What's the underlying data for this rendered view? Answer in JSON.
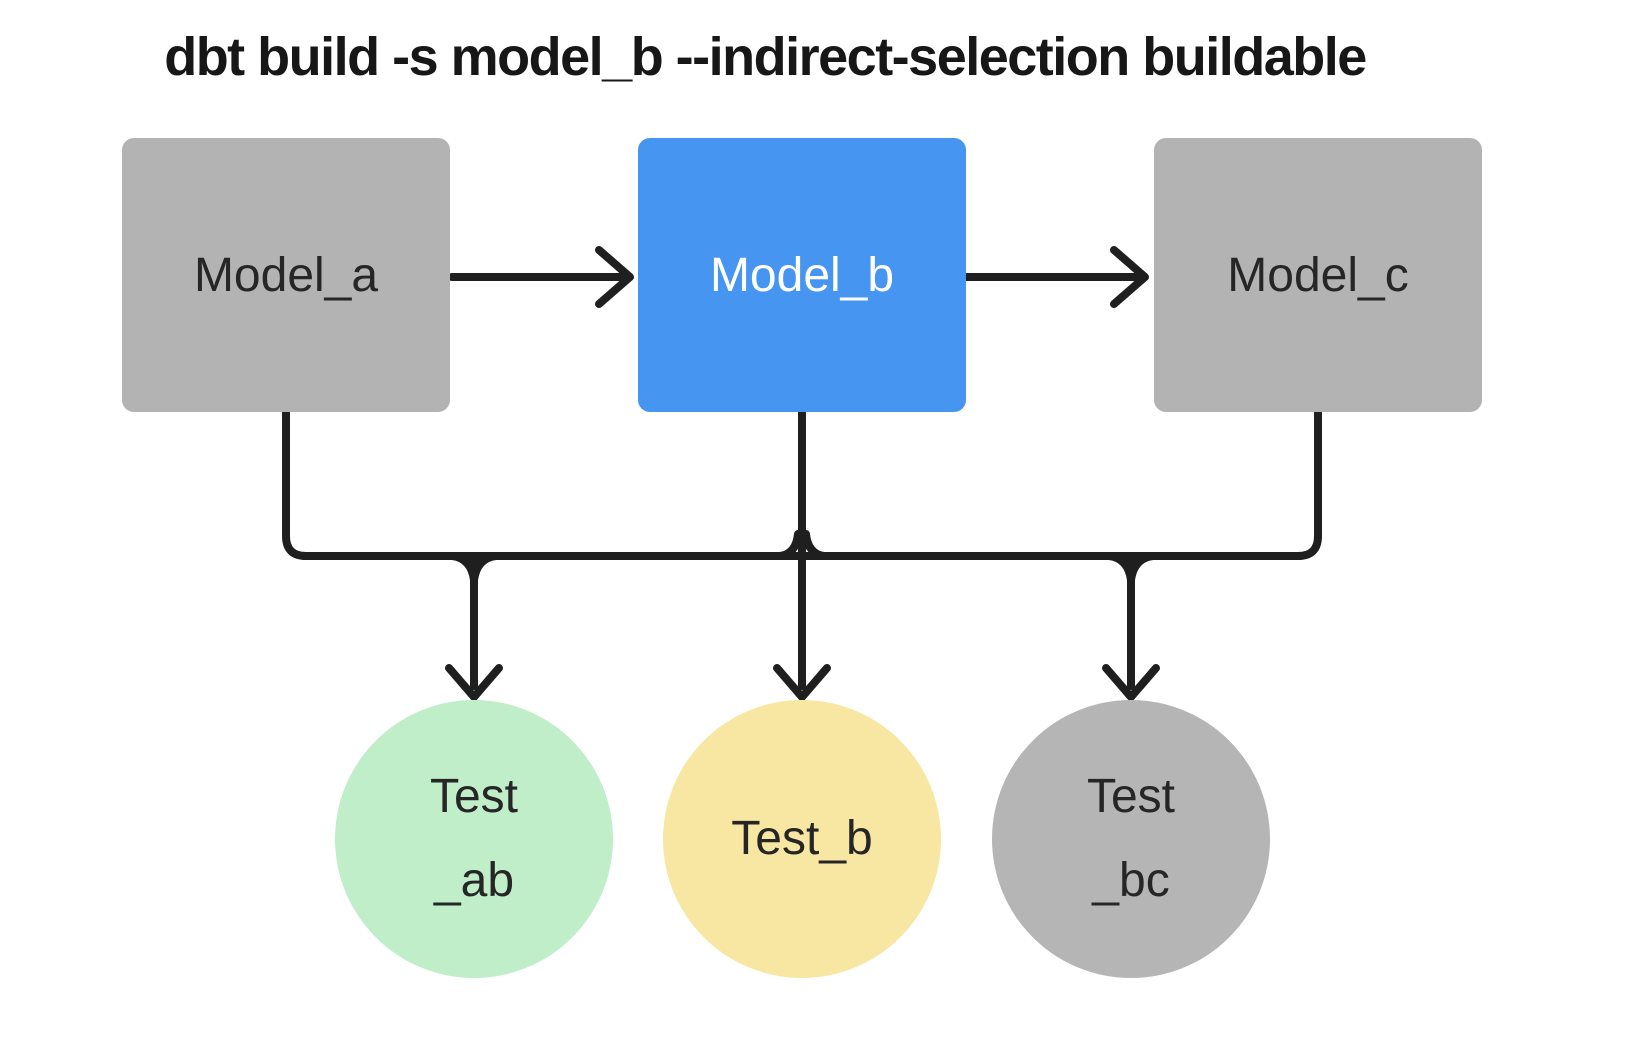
{
  "title": "dbt build -s model_b --indirect-selection buildable",
  "colors": {
    "background": "#ffffff",
    "title_text": "#171717",
    "edge": "#1f1f1f",
    "model_default_fill": "#b3b3b3",
    "model_default_text": "#262626",
    "model_selected_fill": "#4695f1",
    "model_selected_text": "#ffffff",
    "test_ab_fill": "#bfeec9",
    "test_b_fill": "#f8e7a3",
    "test_bc_fill": "#b5b5b5",
    "test_text": "#262626"
  },
  "nodes": {
    "models": [
      {
        "label": "Model_a",
        "selected": false
      },
      {
        "label": "Model_b",
        "selected": true
      },
      {
        "label": "Model_c",
        "selected": false
      }
    ],
    "tests": [
      {
        "lines": [
          "Test",
          "_ab"
        ]
      },
      {
        "lines": [
          "Test_b"
        ]
      },
      {
        "lines": [
          "Test",
          "_bc"
        ]
      }
    ]
  }
}
